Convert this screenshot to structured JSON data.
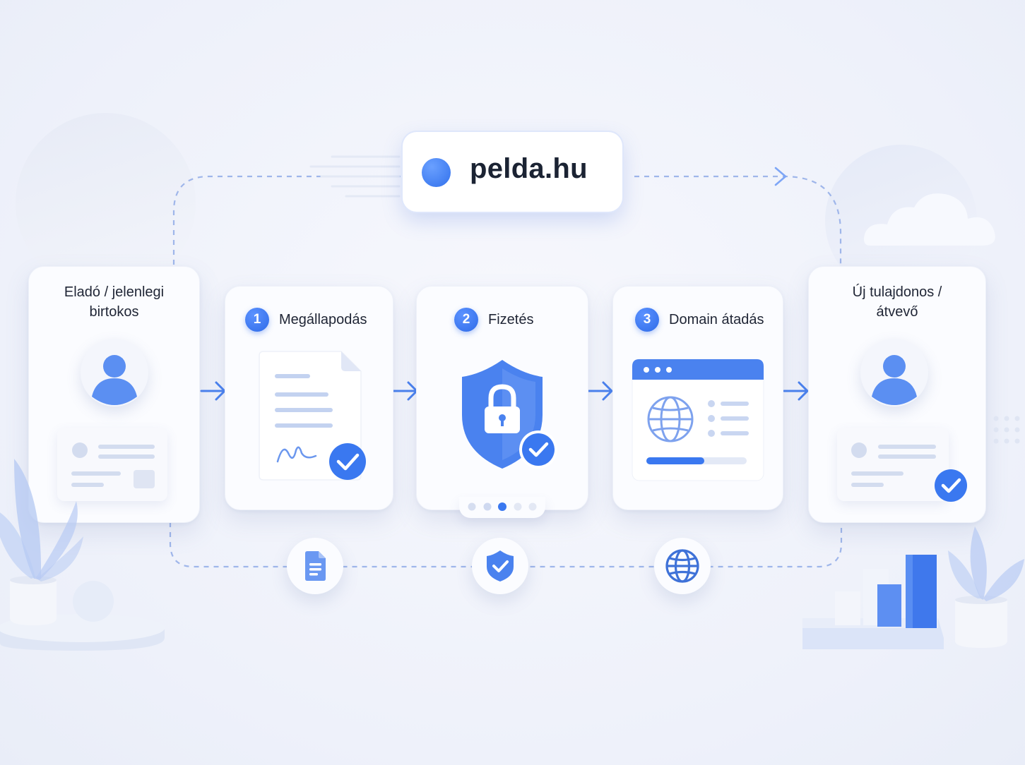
{
  "domain": {
    "name": "pelda.hu"
  },
  "seller": {
    "title": "Eladó / jelenlegi birtokos"
  },
  "buyer": {
    "title": "Új tulajdonos / átvevő"
  },
  "steps": [
    {
      "number": "1",
      "label": "Megállapodás"
    },
    {
      "number": "2",
      "label": "Fizetés"
    },
    {
      "number": "3",
      "label": "Domain átadás"
    }
  ],
  "colors": {
    "accent": "#3a78f0",
    "accent_light": "#7ea6f6",
    "background": "#eef1fa",
    "card": "#fbfcff"
  },
  "icons": {
    "bottom": [
      "document-icon",
      "shield-check-icon",
      "globe-icon"
    ]
  }
}
